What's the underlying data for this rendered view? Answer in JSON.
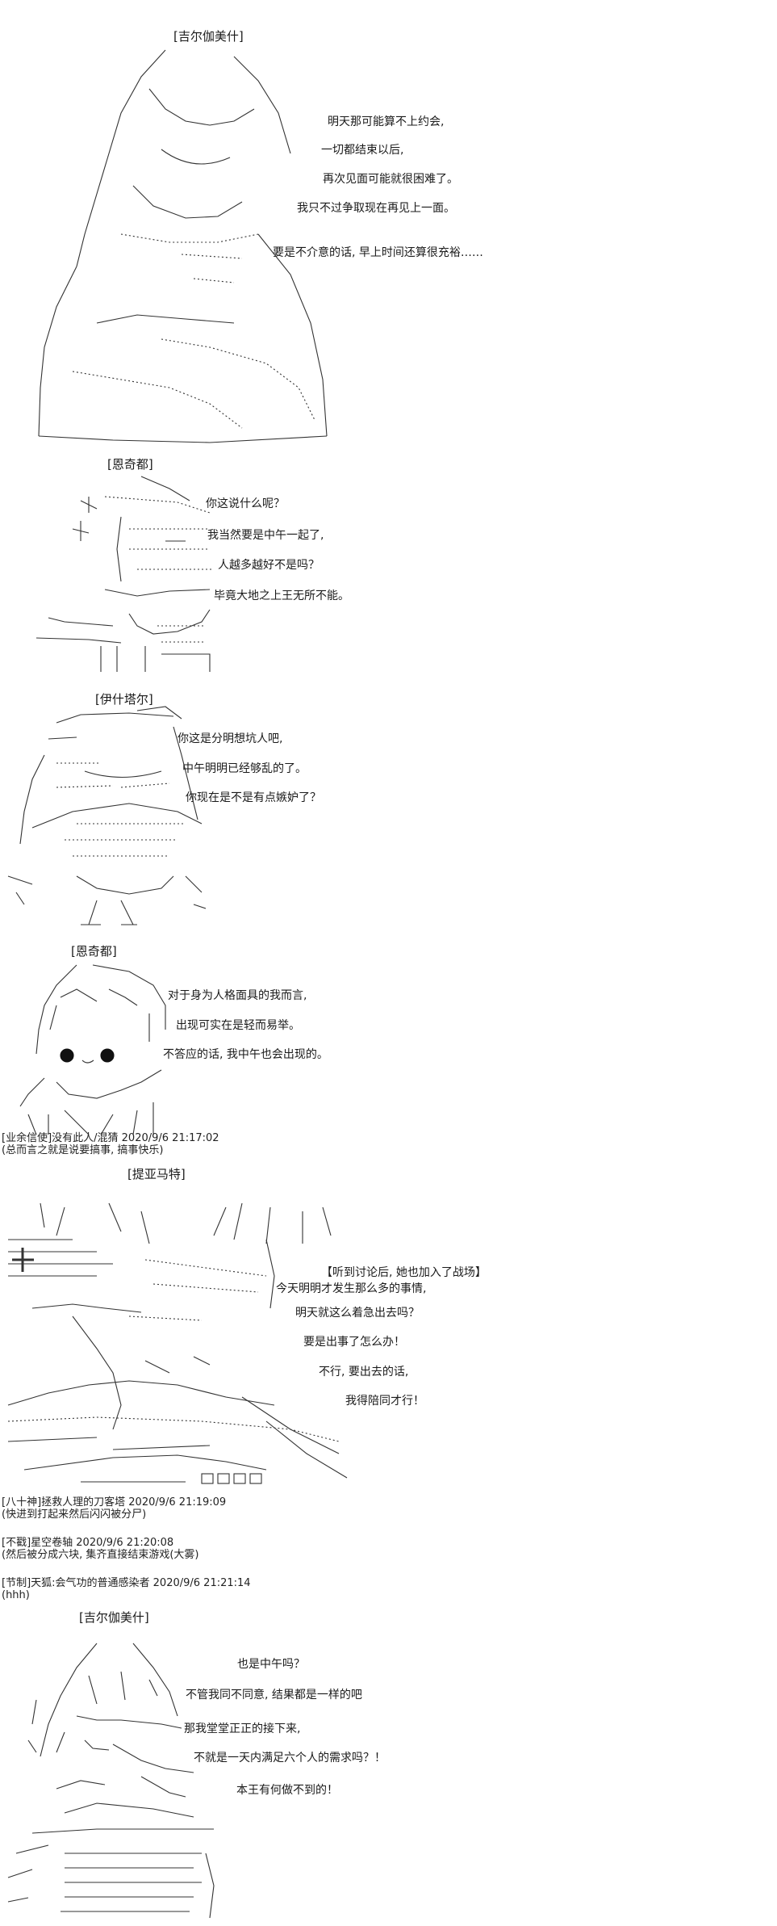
{
  "scenes": [
    {
      "speaker": "[吉尔伽美什]",
      "lines": [
        "明天那可能算不上约会,",
        "一切都结束以后,",
        "再次见面可能就很困难了。",
        "我只不过争取现在再见上一面。",
        "要是不介意的话, 早上时间还算很充裕……"
      ]
    },
    {
      "speaker": "[恩奇都]",
      "lines": [
        "你这说什么呢？",
        "我当然要是中午一起了,",
        "人越多越好不是吗？",
        "毕竟大地之上王无所不能。"
      ]
    },
    {
      "speaker": "[伊什塔尔]",
      "lines": [
        "你这是分明想坑人吧,",
        "中午明明已经够乱的了。",
        "你现在是不是有点嫉妒了？"
      ]
    },
    {
      "speaker": "[恩奇都]",
      "lines": [
        "对于身为人格面具的我而言,",
        "出现可实在是轻而易举。",
        "不答应的话, 我中午也会出现的。"
      ]
    }
  ],
  "comments1": [
    "[业余信使]没有此人/混猜 2020/9/6 21:17:02",
    "(总而言之就是说要搞事, 搞事快乐)"
  ],
  "scene5": {
    "speaker": "[提亚马特]",
    "narration": "【听到讨论后, 她也加入了战场】",
    "lines": [
      "今天明明才发生那么多的事情,",
      "明天就这么着急出去吗？",
      "要是出事了怎么办！",
      "不行, 要出去的话,",
      "我得陪同才行！"
    ]
  },
  "comments2": [
    "[八十神]拯救人理的刀客塔 2020/9/6 21:19:09",
    "(快进到打起来然后闪闪被分尸)",
    "[不戳]星空卷轴 2020/9/6 21:20:08",
    "(然后被分成六块, 集齐直接结束游戏(大雾)",
    "[节制]天狐:会气功的普通感染者 2020/9/6 21:21:14",
    "(hhh)"
  ],
  "scene6": {
    "speaker": "[吉尔伽美什]",
    "lines": [
      "也是中午吗？",
      "不管我同不同意, 结果都是一样的吧",
      "那我堂堂正正的接下来,",
      "不就是一天内满足六个人的需求吗？！",
      "本王有何做不到的！"
    ]
  }
}
